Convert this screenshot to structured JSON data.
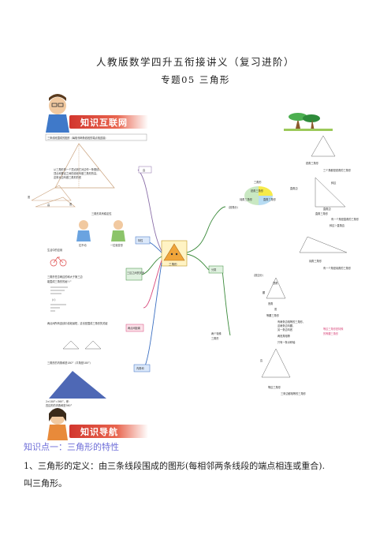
{
  "header": {
    "title": "人教版数学四升五衔接讲义（复习进阶）",
    "subtitle": "专题05  三角形"
  },
  "banners": {
    "network": "知识互联网",
    "guide": "知识导航"
  },
  "mindmap": {
    "center": "三角形",
    "left_nodes": {
      "definition_box": "三条线段围成的图形（每相邻两条线段的端点相连接）",
      "height_text_1": "从三角形的一个顶点到它对边作一条垂线，",
      "height_text_2": "顶点和垂足之间的线段叫做三角形的高，",
      "height_text_3": "这条对边叫做三角形的底",
      "height_tag": "高",
      "base_label_a": "底",
      "base_label_b": "高",
      "base_label_c": "底",
      "stability_title": "三角形具有稳定性",
      "stability_a": "拉不动",
      "stability_b": "一拉就变形",
      "feature_tag": "特性",
      "application": "生活中的应用",
      "side_rule": "三角形任意两边的和大于第三边",
      "side_judge": "能围成三角形的画\"√\"",
      "side_check": "（√）",
      "side_tag": "三边之间的关系",
      "angle_text": "两点间所有连线中线段最短，这也是围成三角形的关键",
      "angle_tag": "两点间距离",
      "sum_text": "三角形的内角和是180°（平角是180°）",
      "sum_calc_1": "2×180°=360°，即：",
      "sum_calc_2": "四边形的内角和是360°",
      "sum_tag": "内角和"
    },
    "right_nodes": {
      "class_tag": "分类",
      "by_angle": "（按角分）",
      "pie_title": "三角形",
      "pie_a": "锐角三角形",
      "pie_b": "钝角三角形",
      "pie_c": "直角三角形",
      "acute_title": "锐角三角形",
      "acute_desc": "三个角都是锐角的三角形",
      "right_title": "直角三角形",
      "right_desc": "有一个角是直角的三角形",
      "right_edges": "直角边",
      "hyp": "斜边",
      "leg": "直角边",
      "right_sum": "斜边＞直角边",
      "obtuse_title": "钝角三角形",
      "obtuse_desc": "有一个角是钝角的三角形",
      "by_side": "（按边分）",
      "iso_title": "等腰三角形",
      "iso_desc_1": "有两条边相等的三角形，",
      "iso_desc_2": "这两条边叫腰，",
      "iso_desc_3": "另一条边叫底",
      "iso_apex": "顶角",
      "iso_waist": "腰",
      "iso_base_angle": "底角",
      "iso_base": "底",
      "iso_equal": "两底角相等",
      "iso_axis": "只有一条对称轴",
      "equi_title": "等边三角形",
      "equi_desc": "三条边都相等的三角形",
      "equi_side": "边",
      "note_1": "等边三角形是特殊",
      "note_2": "的等腰三角形",
      "two_kinds_1": "两个特殊",
      "two_kinds_2": "三角形"
    }
  },
  "content": {
    "knowledge_point": "知识点一：三角形的特性",
    "definition_line1": "1、三角形的定义：由三条线段围成的图形(每相邻两条线段的端点相连或重合).",
    "definition_line2": "叫三角形。"
  },
  "colors": {
    "banner_red": "#d2362e",
    "branch_green": "#3a8a3a",
    "branch_blue": "#3b6fc2",
    "branch_pink": "#d8477a",
    "knowledge_purple": "#6e6ed8"
  }
}
